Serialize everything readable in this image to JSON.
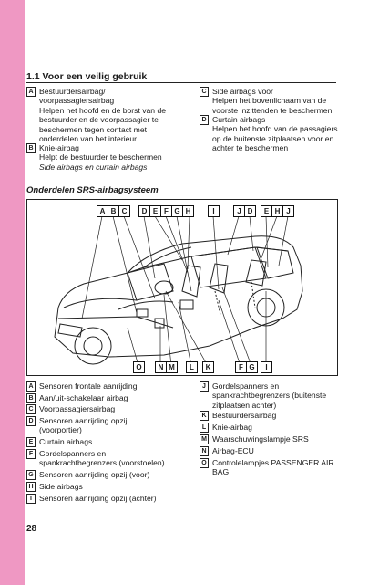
{
  "section": {
    "number_title": "1.1  Voor een veilig gebruik"
  },
  "left_items": [
    {
      "key": "A",
      "lines": [
        "Bestuurdersairbag/",
        "voorpassagiersairbag",
        "Helpen het hoofd en de borst van de",
        "bestuurder en de voorpassagier te",
        "beschermen tegen contact met",
        "onderdelen van het interieur"
      ]
    },
    {
      "key": "B",
      "lines": [
        "Knie-airbag",
        "Helpt de bestuurder te beschermen",
        "Side airbags en curtain airbags"
      ]
    }
  ],
  "right_items": [
    {
      "key": "C",
      "lines": [
        "Side airbags voor",
        "Helpen het bovenlichaam van de",
        "voorste inzittenden te beschermen"
      ]
    },
    {
      "key": "D",
      "lines": [
        "Curtain airbags",
        "Helpen het hoofd van de passagiers",
        "op de buitenste zitplaatsen voor en",
        "achter te beschermen"
      ]
    }
  ],
  "diagram": {
    "subtitle": "Onderdelen SRS-airbagsysteem",
    "top_labels": [
      "A",
      "B",
      "C",
      "D",
      "E",
      "F",
      "G",
      "H",
      "I",
      "J",
      "D",
      "E",
      "H",
      "J"
    ],
    "bottom_labels": [
      "O",
      "N",
      "M",
      "L",
      "K",
      "F",
      "G",
      "I"
    ]
  },
  "legend_left": [
    {
      "key": "A",
      "lines": [
        "Sensoren frontale aanrijding"
      ]
    },
    {
      "key": "B",
      "lines": [
        "Aan/uit-schakelaar airbag"
      ]
    },
    {
      "key": "C",
      "lines": [
        "Voorpassagiersairbag"
      ]
    },
    {
      "key": "D",
      "lines": [
        "Sensoren aanrijding opzij",
        "(voorportier)"
      ]
    },
    {
      "key": "E",
      "lines": [
        "Curtain airbags"
      ]
    },
    {
      "key": "F",
      "lines": [
        "Gordelspanners en",
        "spankrachtbegrenzers (voorstoelen)"
      ]
    },
    {
      "key": "G",
      "lines": [
        "Sensoren aanrijding opzij (voor)"
      ]
    },
    {
      "key": "H",
      "lines": [
        "Side airbags"
      ]
    },
    {
      "key": "I",
      "lines": [
        "Sensoren aanrijding opzij (achter)"
      ]
    }
  ],
  "legend_right": [
    {
      "key": "J",
      "lines": [
        "Gordelspanners en",
        "spankrachtbegrenzers (buitenste",
        "zitplaatsen achter)"
      ]
    },
    {
      "key": "K",
      "lines": [
        "Bestuurdersairbag"
      ]
    },
    {
      "key": "L",
      "lines": [
        "Knie-airbag"
      ]
    },
    {
      "key": "M",
      "lines": [
        "Waarschuwingslampje SRS"
      ]
    },
    {
      "key": "N",
      "lines": [
        "Airbag-ECU"
      ]
    },
    {
      "key": "O",
      "lines": [
        "Controlelampjes PASSENGER AIR",
        "BAG"
      ]
    }
  ],
  "page_number": "28"
}
